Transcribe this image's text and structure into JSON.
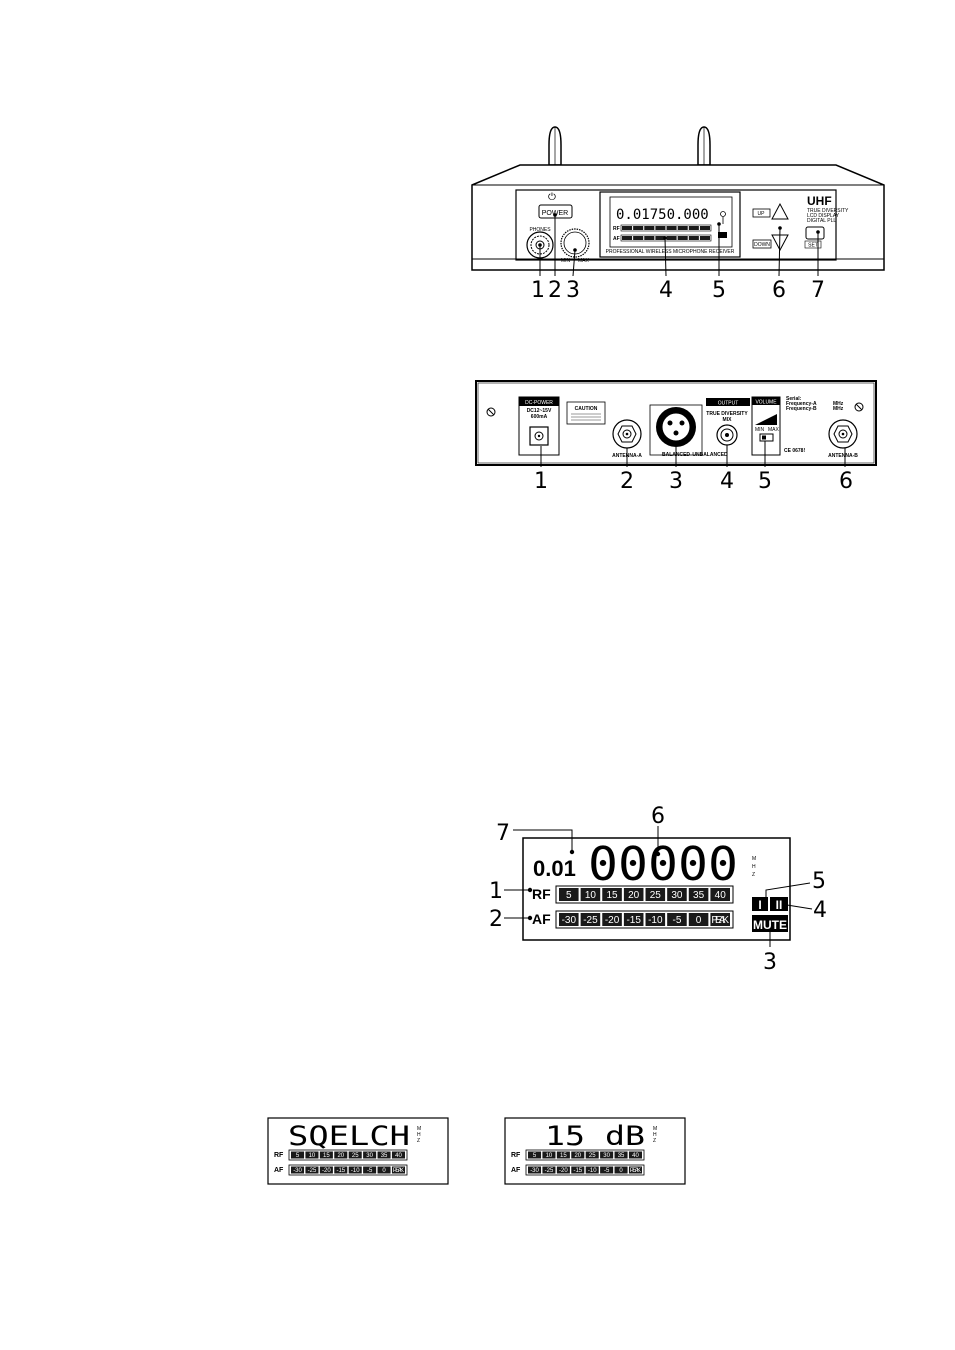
{
  "front_panel": {
    "power_label": "POWER",
    "phones_label": "PHONES",
    "min_label": "MIN",
    "max_label": "MAX",
    "display_freq": "0.01750.000",
    "display_footer": "PROFESSIONAL WIRELESS MICROPHONE RECEIVER",
    "rf_label": "RF",
    "af_label": "AF",
    "up_label": "UP",
    "down_label": "DOWN",
    "set_label": "SET",
    "brand": "UHF",
    "brand_sub": [
      "TRUE DIVERSITY",
      "LCD DISPLAY",
      "DIGITAL PLL"
    ],
    "callouts": [
      "1",
      "2",
      "3",
      "4",
      "5",
      "6",
      "7"
    ]
  },
  "rear_panel": {
    "dc_power": "DC-POWER",
    "dc_spec": [
      "DC12~15V",
      "600mA"
    ],
    "caution": "CAUTION",
    "antenna_a": "ANTENNA-A",
    "antenna_b": "ANTENNA-B",
    "output": "OUTPUT",
    "true_diversity": "TRUE DIVERSITY",
    "mix": "MIX",
    "volume": "VOLUME",
    "balanced": "BALANCED",
    "unbalanced": "UNBALANCED",
    "min_label": "MIN",
    "max_label": "MAX",
    "serial": "Serial:",
    "freq_a": "Frequency-A",
    "freq_b": "Frequency-B",
    "mhz1": "MHz",
    "mhz2": "MHz",
    "ce": "CE 0678!",
    "callouts": [
      "1",
      "2",
      "3",
      "4",
      "5",
      "6"
    ]
  },
  "lcd_detail": {
    "step": "0.01",
    "digits": "00000",
    "unit": [
      "M",
      "H",
      "Z"
    ],
    "rf_label": "RF",
    "af_label": "AF",
    "rf_scale": [
      "5",
      "10",
      "15",
      "20",
      "25",
      "30",
      "35",
      "40"
    ],
    "af_scale": [
      "-30",
      "-25",
      "-20",
      "-15",
      "-10",
      "-5",
      "0",
      "PEAK"
    ],
    "antenna_a_icon": "I",
    "antenna_b_icon": "II",
    "mute": "MUTE",
    "callouts": [
      "1",
      "2",
      "3",
      "4",
      "5",
      "6",
      "7"
    ]
  },
  "squelch_displays": [
    {
      "text": "SQELCH",
      "unit": [
        "M",
        "H",
        "Z"
      ],
      "rf_label": "RF",
      "af_label": "AF",
      "rf_scale": [
        "5",
        "10",
        "15",
        "20",
        "25",
        "30",
        "35",
        "40"
      ],
      "af_scale": [
        "-30",
        "-25",
        "-20",
        "-15",
        "-10",
        "-5",
        "0",
        "PEAK"
      ]
    },
    {
      "text": "15 dB",
      "unit": [
        "M",
        "H",
        "Z"
      ],
      "rf_label": "RF",
      "af_label": "AF",
      "rf_scale": [
        "5",
        "10",
        "15",
        "20",
        "25",
        "30",
        "35",
        "40"
      ],
      "af_scale": [
        "-30",
        "-25",
        "-20",
        "-15",
        "-10",
        "-5",
        "0",
        "PEAK"
      ]
    }
  ]
}
